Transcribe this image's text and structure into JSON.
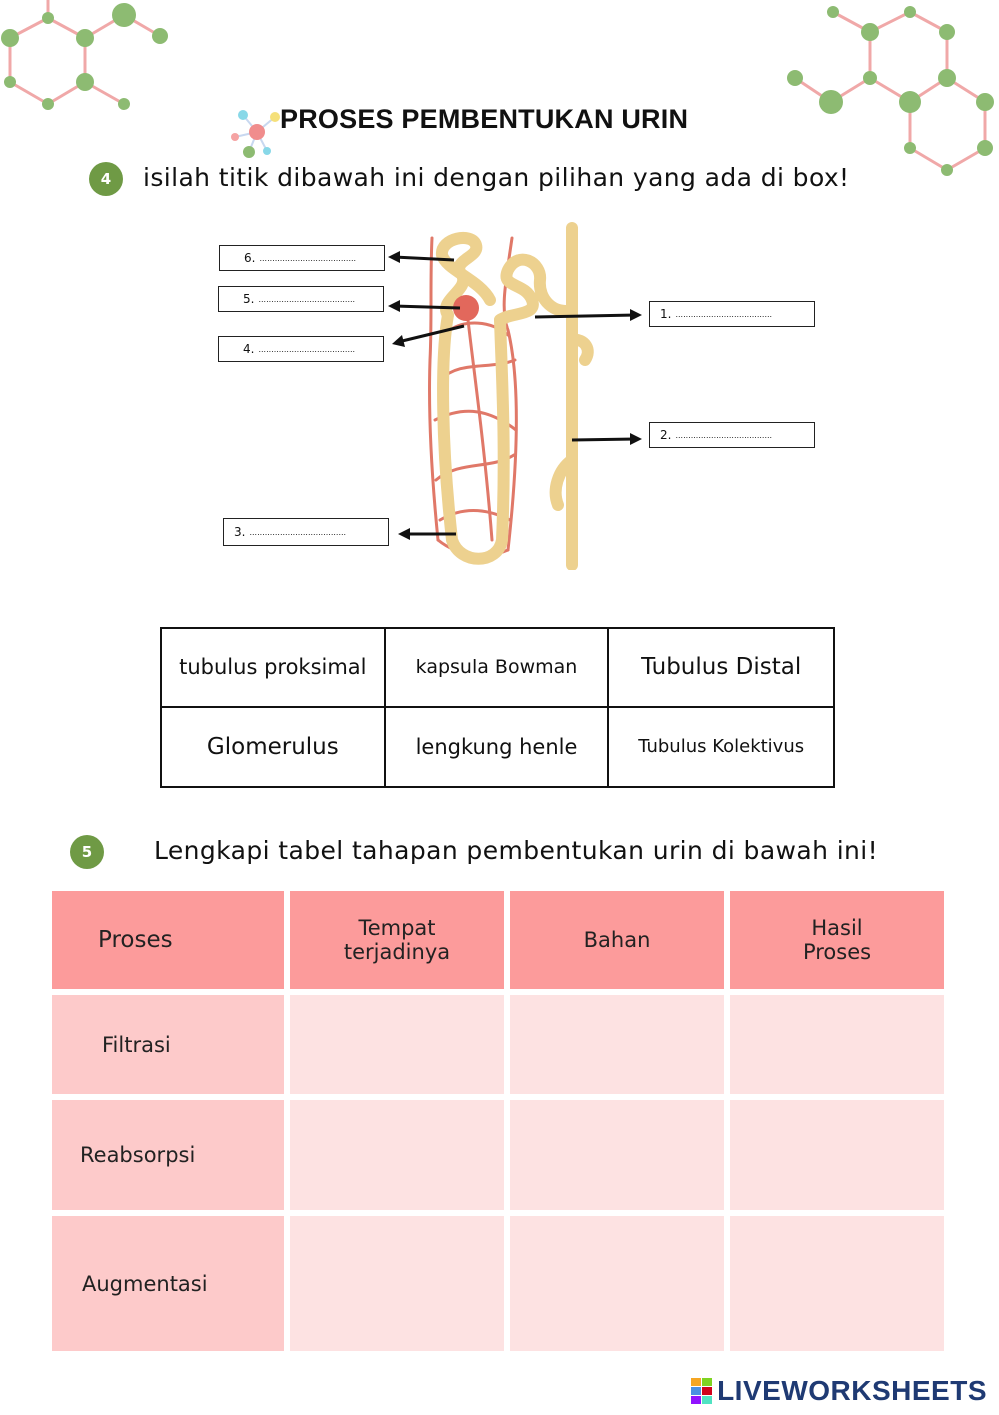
{
  "title": "PROSES PEMBENTUKAN URIN",
  "question4": {
    "number": "4",
    "instruction": "isilah titik dibawah ini dengan pilihan yang ada di box!",
    "labels": [
      {
        "num": "6.",
        "dots": "......................................"
      },
      {
        "num": "5.",
        "dots": "......................................"
      },
      {
        "num": "4.",
        "dots": "......................................"
      },
      {
        "num": "1.",
        "dots": "......................................"
      },
      {
        "num": "2.",
        "dots": "......................................"
      },
      {
        "num": "3.",
        "dots": "......................................"
      }
    ],
    "choices": [
      "tubulus proksimal",
      "kapsula Bowman",
      "Tubulus Distal",
      "Glomerulus",
      "lengkung henle",
      "Tubulus Kolektivus"
    ]
  },
  "question5": {
    "number": "5",
    "instruction": "Lengkapi tabel tahapan pembentukan urin di bawah ini!",
    "headers": [
      "Proses",
      "Tempat\nterjadinya",
      "Bahan",
      "Hasil\nProses"
    ],
    "rows": [
      "Filtrasi",
      "Reabsorpsi",
      "Augmentasi"
    ]
  },
  "footer": {
    "brand": "LIVEWORKSHEETS"
  },
  "colors": {
    "accent_green": "#6f9a45",
    "header_pink": "#fc9b9b",
    "label_pink": "#fdcaca",
    "cell_pink": "#fde2e2",
    "tubule": "#edd18f",
    "vessel": "#e07868"
  }
}
